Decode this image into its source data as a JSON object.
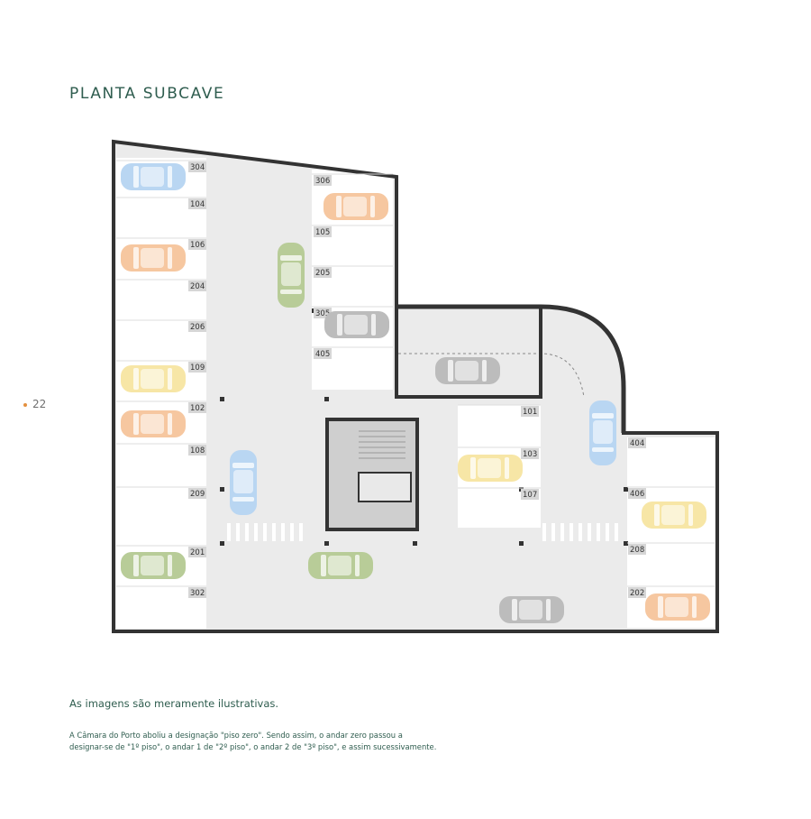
{
  "title": "PLANTA SUBCAVE",
  "page_number": "22",
  "disclaimer": "As imagens são meramente ilustrativas.",
  "note_line1": "A Câmara do Porto aboliu a designação \"piso zero\". Sendo assim, o andar zero passou a",
  "note_line2": "designar-se de \"1º piso\", o andar 1 de \"2º piso\", o andar 2 de \"3º piso\", e assim sucessivamente.",
  "colors": {
    "wall": "#333333",
    "floor": "#ebebeb",
    "spot": "#ffffff",
    "blue": "#b9d6f2",
    "orange": "#f6c7a0",
    "yellow": "#f7e6a6",
    "green": "#b8cc98",
    "gray": "#bcbcbc",
    "accent": "#2f5d4f"
  },
  "spots_left": [
    "304",
    "104",
    "106",
    "204",
    "206",
    "109",
    "102",
    "108",
    "209",
    "201",
    "302"
  ],
  "spots_center": [
    "306",
    "105",
    "205",
    "305",
    "405"
  ],
  "spots_mid": [
    "101",
    "103",
    "107"
  ],
  "spots_right": [
    "404",
    "406",
    "208",
    "202"
  ],
  "cars": [
    {
      "color": "blue",
      "dir": "h"
    },
    {
      "color": "orange",
      "dir": "h"
    },
    {
      "color": "yellow",
      "dir": "h"
    },
    {
      "color": "orange",
      "dir": "h"
    },
    {
      "color": "green",
      "dir": "h"
    },
    {
      "color": "orange",
      "dir": "h"
    },
    {
      "color": "gray",
      "dir": "h"
    },
    {
      "color": "green",
      "dir": "v"
    },
    {
      "color": "blue",
      "dir": "v"
    },
    {
      "color": "gray",
      "dir": "h"
    },
    {
      "color": "yellow",
      "dir": "h"
    },
    {
      "color": "blue",
      "dir": "v"
    },
    {
      "color": "yellow",
      "dir": "h"
    },
    {
      "color": "orange",
      "dir": "h"
    },
    {
      "color": "green",
      "dir": "h"
    },
    {
      "color": "gray",
      "dir": "h"
    }
  ]
}
